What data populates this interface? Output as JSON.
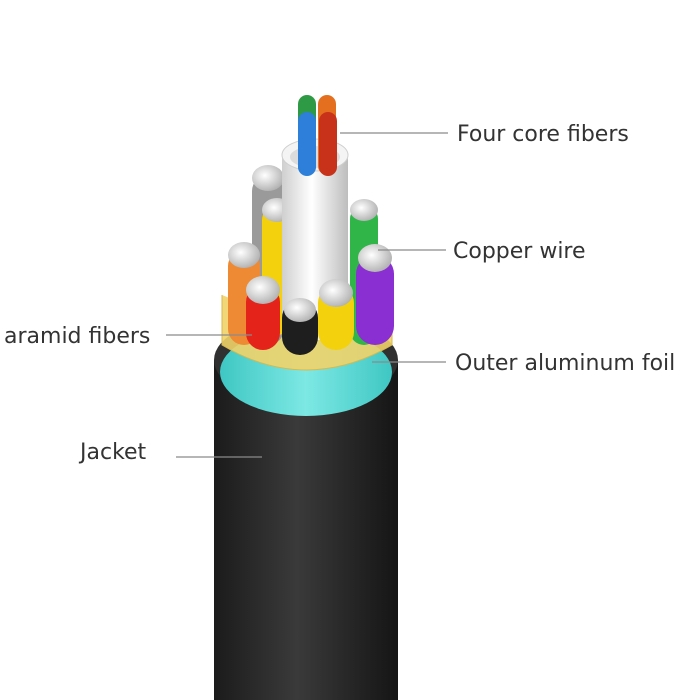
{
  "labels": {
    "four_core_fibers": "Four core fibers",
    "copper_wire": "Copper wire",
    "aramid_fibers": "aramid fibers",
    "outer_aluminum_foil": "Outer aluminum foil",
    "jacket": "Jacket"
  },
  "colors": {
    "background": "#ffffff",
    "jacket": "#2b2b2b",
    "foil_ring": "#5fd6d2",
    "aramid": "#f1d36a",
    "tube": "#e8e8e8",
    "fiber_green": "#2e9a45",
    "fiber_orange": "#e46f1f",
    "fiber_blue": "#2d7fd9",
    "fiber_red": "#c8321a",
    "strand_gray": "#9a9a9a",
    "strand_yellow": "#f3d10c",
    "strand_green": "#30b548",
    "strand_purple": "#8a2fd1",
    "strand_orange": "#ee8a33",
    "strand_red": "#e4241a",
    "strand_black": "#1e1e1e",
    "copper_wire_tip": "#d9d9d9",
    "label_text": "#333333",
    "leader_line": "#8a8a8a"
  }
}
